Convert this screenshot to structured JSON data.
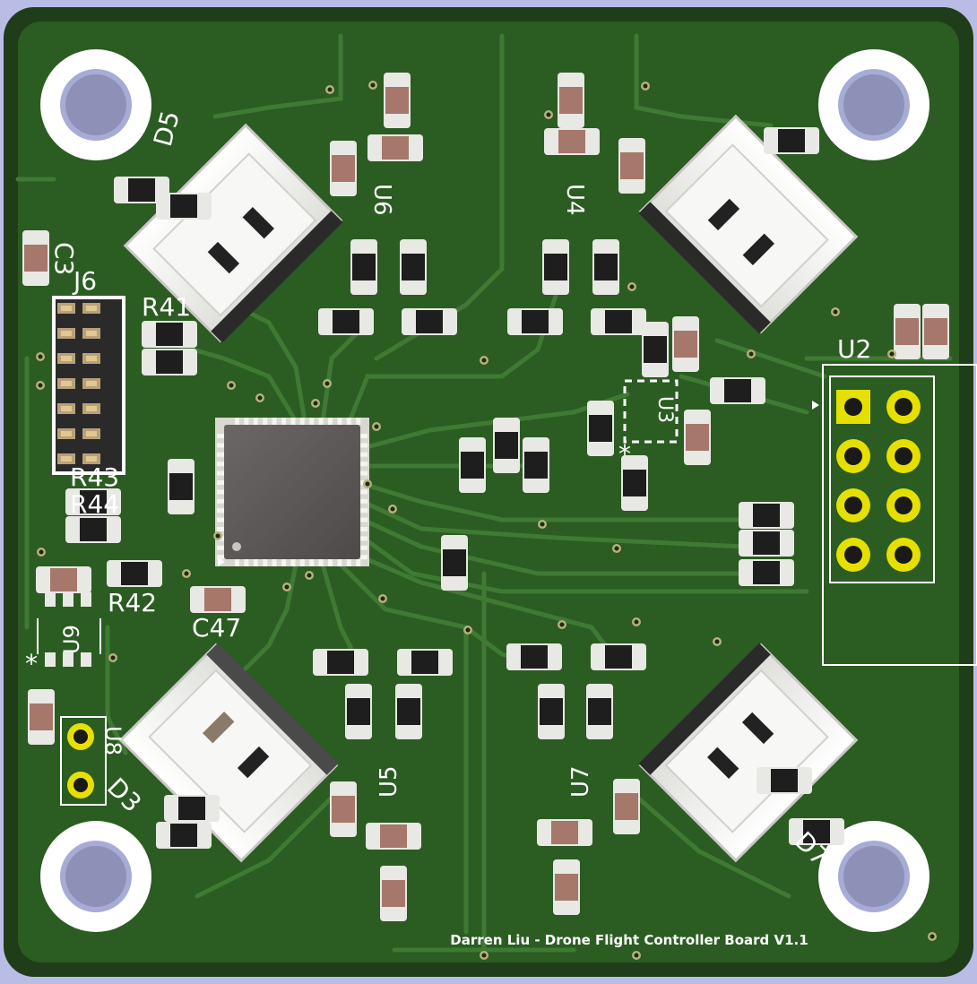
{
  "board": {
    "credit_text": "Darren Liu - Drone Flight Controller Board V1.1"
  },
  "labels": {
    "J6": "J6",
    "R41": "R41",
    "R42": "R42",
    "R43": "R43",
    "R44": "R44",
    "C3": "C3",
    "C47": "C47",
    "U2": "U2",
    "U3": "U3",
    "U4": "U4",
    "U5": "U5",
    "U6": "U6",
    "U7": "U7",
    "U8": "U8",
    "U9": "U9",
    "D3": "D3",
    "D5": "D5",
    "D7": "D7",
    "pin1_marker": "*"
  },
  "colors": {
    "background": "#b9bde6",
    "substrate": "#1f3d18",
    "copper_pour": "#2a5a22",
    "trace": "#3c7530",
    "silkscreen": "#ffffff",
    "pad_gold": "#e6e000",
    "ic_body": "#5a5655",
    "connector_body": "#f0f0ee",
    "smd_body": "#1e1e1e"
  }
}
